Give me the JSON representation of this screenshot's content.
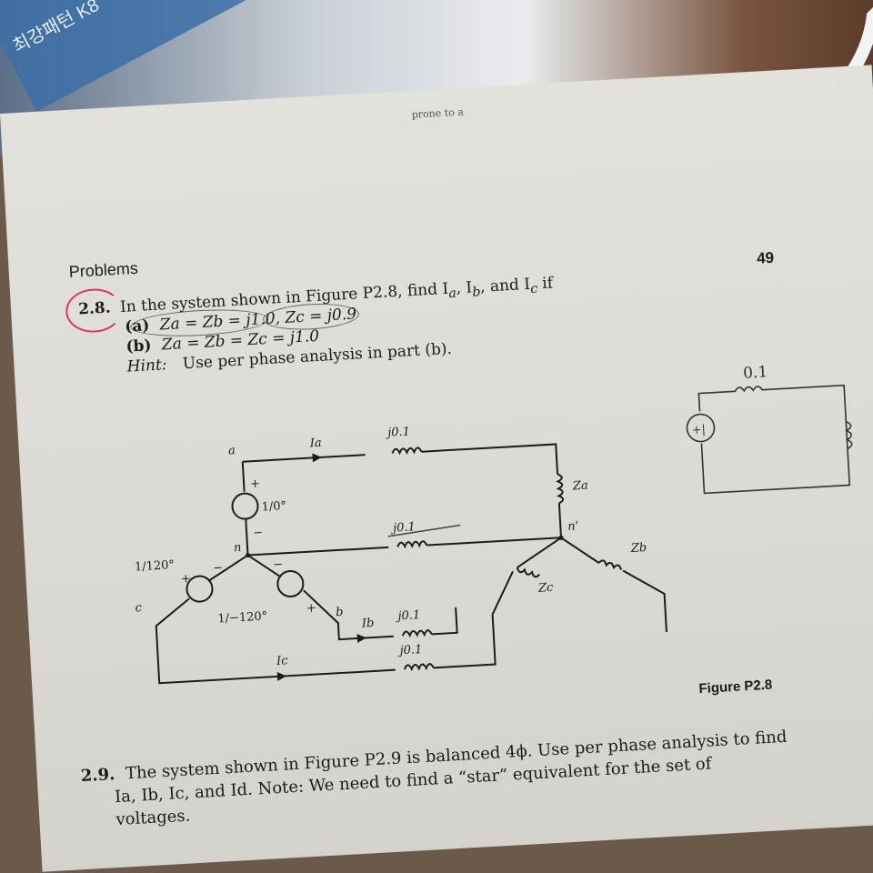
{
  "photo_marks": {
    "book_spine_text": "최강패턴 K8",
    "top_text": "prone to a"
  },
  "page": {
    "page_number": "49",
    "section_title": "Problems"
  },
  "problem_2_8": {
    "number": "2.8.",
    "stem": "In the system shown in Figure P2.8, find I",
    "stem_subs": [
      "a",
      "b",
      "c"
    ],
    "stem_tail": ", and I",
    "stem_end": " if",
    "part_a": "(a) Zₐ = Zᵦ = j1.0, Z꜀ = j0.9",
    "part_a_label": "(a)",
    "part_a_expr": "Za = Zb = j1.0, Zc = j0.9",
    "part_b_label": "(b)",
    "part_b_expr": "Za = Zb = Zc = j1.0",
    "hint_label": "Hint:",
    "hint_text": "Use per phase analysis in part (b)."
  },
  "figure_p2_8": {
    "caption": "Figure P2.8",
    "node_labels": {
      "a": "a",
      "n": "n",
      "c": "c",
      "b": "b",
      "n_prime": "n'"
    },
    "source_labels": {
      "va": "1/0°",
      "vc": "1/120°",
      "vb": "1/−120°"
    },
    "current_labels": {
      "ia": "Ia",
      "ib": "Ib",
      "ic": "Ic"
    },
    "line_impedances": {
      "top": "j0.1",
      "neutral": "j0.1",
      "mid": "j0.1",
      "bottom": "j0.1"
    },
    "load_labels": {
      "za": "Za",
      "zb": "Zb",
      "zc": "Zc"
    },
    "polarity": {
      "plus": "+",
      "minus": "−"
    }
  },
  "handwriting": {
    "resistor_label": "0.1",
    "source_symbol": "+|"
  },
  "problem_2_9": {
    "number": "2.9.",
    "line1": "The system shown in Figure P2.9 is balanced 4ϕ. Use per phase analysis to find",
    "line2": "Ia, Ib, Ic, and Id. Note: We need to find a “star” equivalent for the set of",
    "line3": "voltages."
  },
  "colors": {
    "annotation_red": "#d8365a",
    "ink": "#1b1b1b",
    "paper": "#e0ded9"
  }
}
